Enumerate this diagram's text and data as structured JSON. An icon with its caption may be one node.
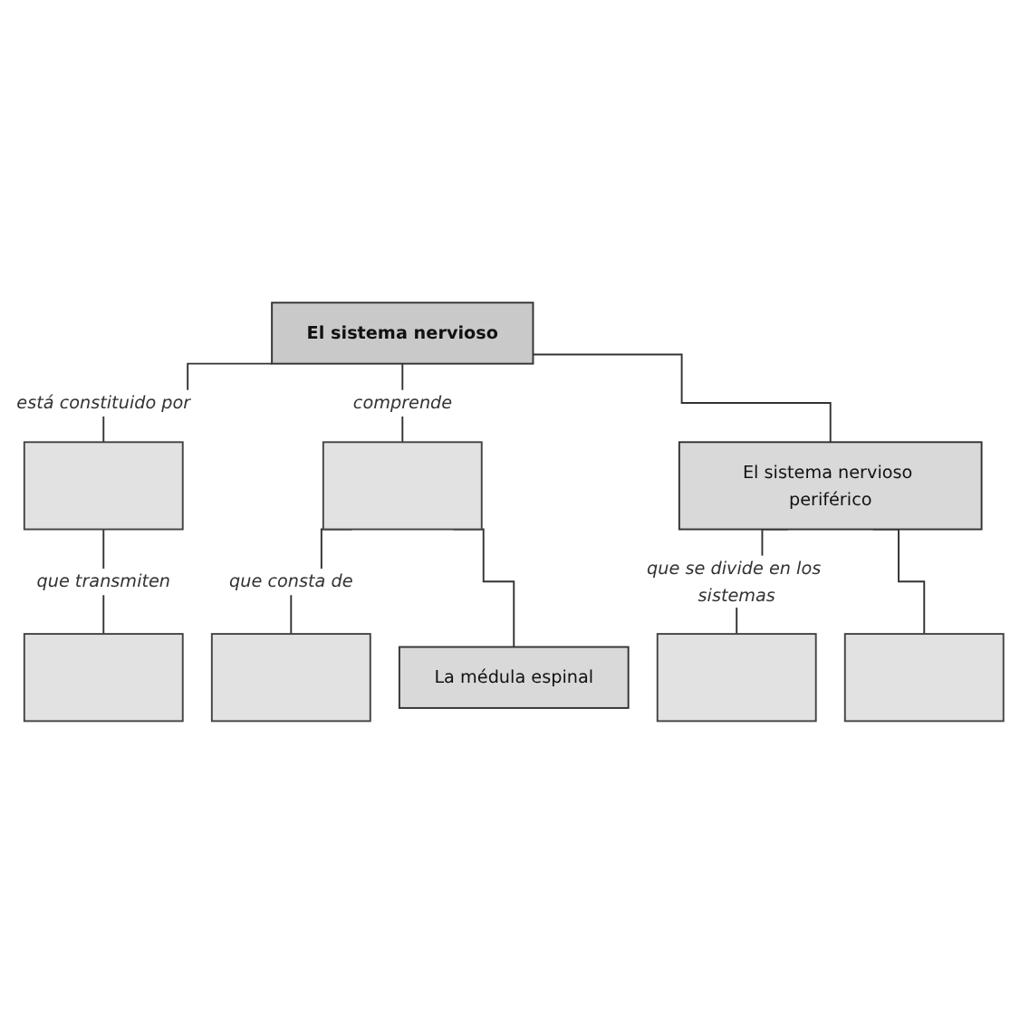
{
  "diagram": {
    "nodes": [
      {
        "text": [
          "El sistema nervioso"
        ]
      },
      {
        "text": [],
        "shape": "box"
      },
      {
        "text": [],
        "shape": "box"
      },
      {
        "text": [
          "El sistema nervioso periférico"
        ]
      },
      {
        "text": [],
        "shape": "box"
      },
      {
        "text": [],
        "shape": "box"
      },
      {
        "text": [
          "La médula espinal"
        ]
      },
      {
        "text": [],
        "shape": "box"
      },
      {
        "text": [],
        "shape": "box"
      }
    ],
    "edges": [
      {
        "from": 0,
        "to": 1,
        "arrow": "none",
        "label": "está constituido por"
      },
      {
        "from": 0,
        "to": 2,
        "arrow": "none",
        "label": "comprende"
      },
      {
        "from": 0,
        "to": 3,
        "arrow": "none"
      },
      {
        "from": 1,
        "to": 4,
        "arrow": "none",
        "label": "que transmiten"
      },
      {
        "from": 2,
        "to": 5,
        "arrow": "none",
        "label": "que consta de"
      },
      {
        "from": 2,
        "to": 6,
        "arrow": "none"
      },
      {
        "from": 3,
        "to": 7,
        "arrow": "none",
        "label": "que se divide en los sistemas"
      },
      {
        "from": 3,
        "to": 8,
        "arrow": "none"
      }
    ]
  }
}
